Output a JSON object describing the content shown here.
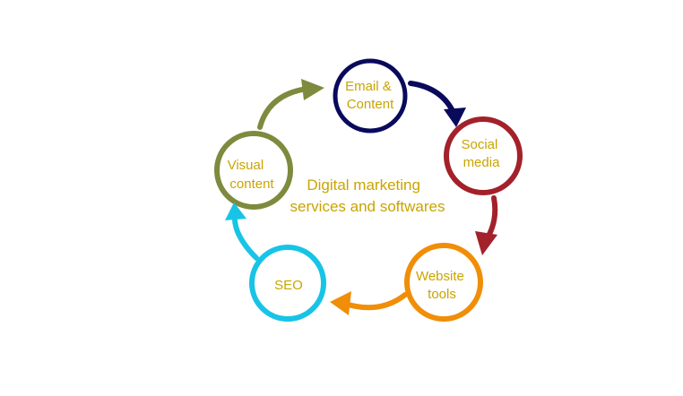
{
  "center": {
    "line1": "Digital marketing",
    "line2": "services and softwares",
    "color": "#c9a400"
  },
  "nodes": [
    {
      "id": "email",
      "line1": "Email &",
      "line2": "Content",
      "color": "#0a0a5c"
    },
    {
      "id": "social",
      "line1": "Social",
      "line2": "media",
      "color": "#a3212a"
    },
    {
      "id": "website",
      "line1": "Website",
      "line2": "tools",
      "color": "#f08e08"
    },
    {
      "id": "seo",
      "line1": "SEO",
      "line2": "",
      "color": "#18c4e6"
    },
    {
      "id": "visual",
      "line1": "Visual",
      "line2": "content",
      "color": "#7e8a3d"
    }
  ],
  "label_color": "#c9a400"
}
